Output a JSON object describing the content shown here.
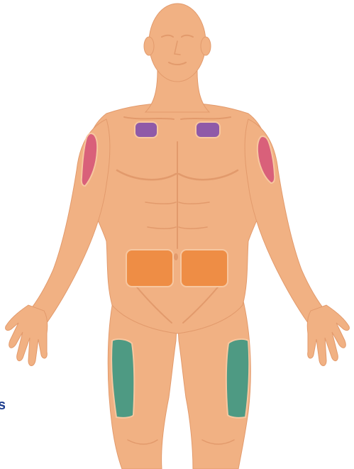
{
  "image": {
    "subject": "front-view-male-figure",
    "skin_color": "#f1b183",
    "skin_shadow": "#e29a6c",
    "skin_highlight": "#f7c7a0",
    "edge_glyph": {
      "text": "s",
      "color": "#1f3f8f"
    }
  },
  "injection_sites": {
    "chest": {
      "name": "chest",
      "color": "#8f5aa8",
      "count": 2
    },
    "upper_arm": {
      "name": "upper-arm",
      "color": "#d9607a",
      "count": 2
    },
    "abdomen": {
      "name": "abdomen",
      "color": "#ee8d45",
      "count": 2
    },
    "thigh": {
      "name": "thigh",
      "color": "#4e9a83",
      "count": 2
    }
  }
}
